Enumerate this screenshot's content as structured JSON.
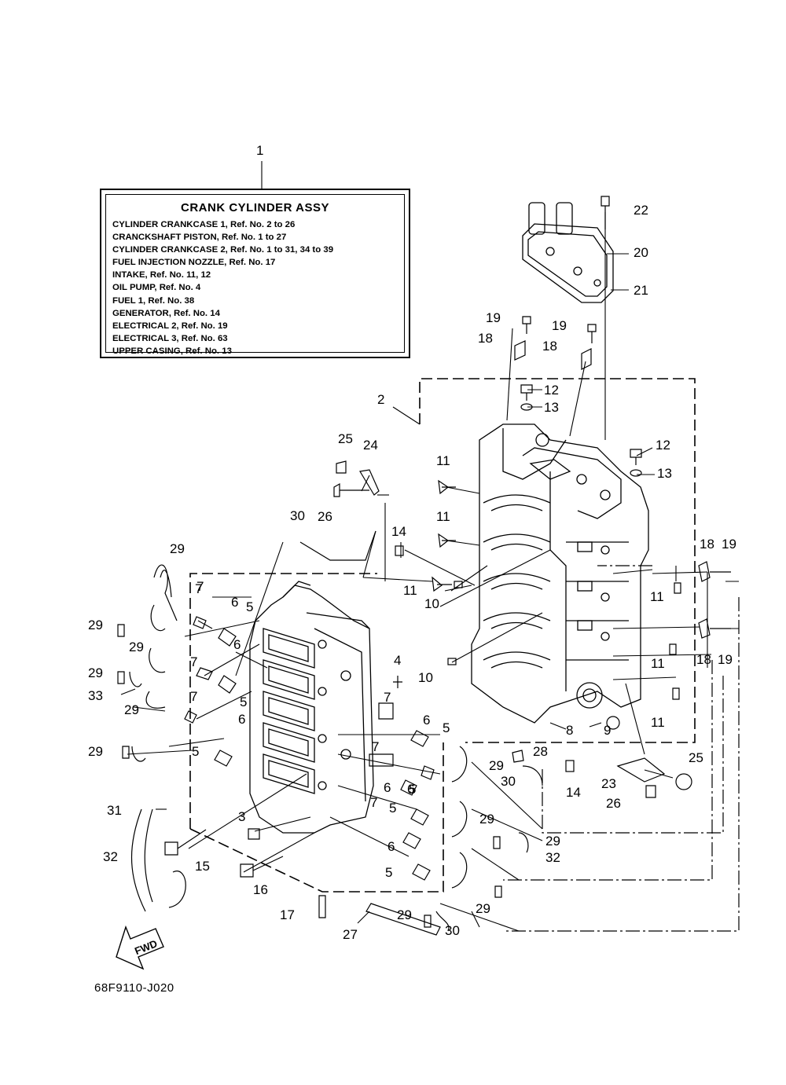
{
  "reference_box": {
    "title": "CRANK  CYLINDER  ASSY",
    "lines": [
      "CYLINDER  CRANKCASE  1,   Ref.  No.  2  to  26",
      "CRANCKSHAFT  PISTON,   Ref.  No.  1  to  27",
      "CYLINDER  CRANKCASE  2,   Ref.  No.  1  to  31,  34  to  39",
      "FUEL  INJECTION  NOZZLE,   Ref.  No.  17",
      "INTAKE,   Ref.  No.  11,  12",
      "OIL  PUMP,   Ref.  No.  4",
      "FUEL  1,   Ref.  No.  38",
      "GENERATOR,   Ref.  No.  14",
      "ELECTRICAL  2,   Ref.  No.  19",
      "ELECTRICAL  3,   Ref.  No.  63",
      "UPPER  CASING,   Ref.  No.  13"
    ]
  },
  "direction_label": "FWD",
  "diagram_code": "68F9110-J020",
  "part_callouts": [
    "1",
    "2",
    "3",
    "4",
    "5",
    "5",
    "5",
    "5",
    "5",
    "5",
    "5",
    "6",
    "6",
    "6",
    "6",
    "6",
    "6",
    "6",
    "7",
    "7",
    "7",
    "7",
    "7",
    "7",
    "7",
    "8",
    "9",
    "10",
    "10",
    "11",
    "11",
    "11",
    "11",
    "11",
    "11",
    "12",
    "12",
    "13",
    "13",
    "14",
    "14",
    "15",
    "16",
    "17",
    "18",
    "18",
    "18",
    "18",
    "19",
    "19",
    "19",
    "19",
    "20",
    "21",
    "22",
    "23",
    "24",
    "25",
    "25",
    "26",
    "26",
    "27",
    "28",
    "29",
    "29",
    "29",
    "29",
    "29",
    "29",
    "29",
    "29",
    "29",
    "29",
    "29",
    "30",
    "30",
    "30",
    "31",
    "32",
    "32",
    "33"
  ]
}
